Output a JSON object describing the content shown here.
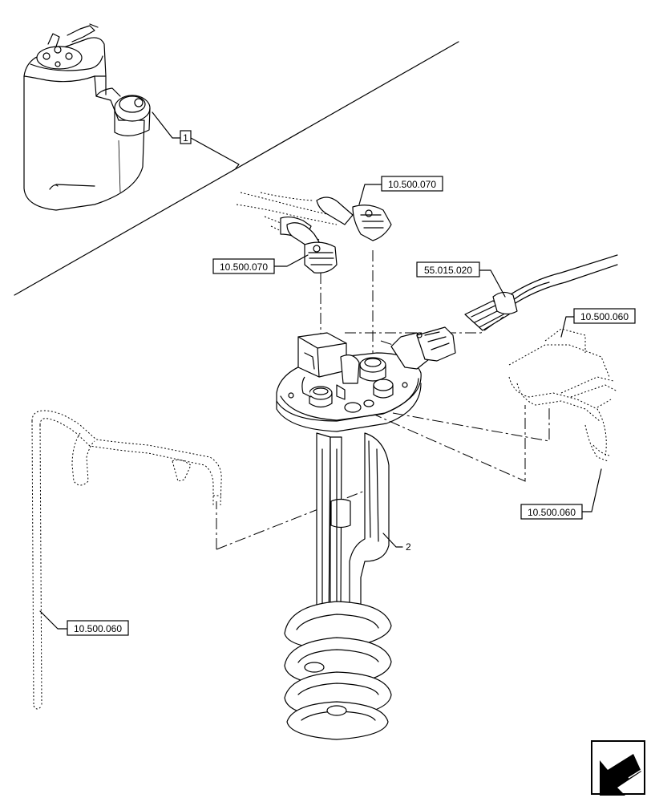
{
  "callouts": {
    "item_1": "1",
    "item_2": "2",
    "ref_top_right_hose": "10.500.070",
    "ref_left_hose": "10.500.070",
    "ref_connector": "55.015.020",
    "ref_right_upper": "10.500.060",
    "ref_right_lower": "10.500.060",
    "ref_left_pipe": "10.500.060"
  },
  "icons": {
    "navigation": "arrow-back-icon"
  }
}
